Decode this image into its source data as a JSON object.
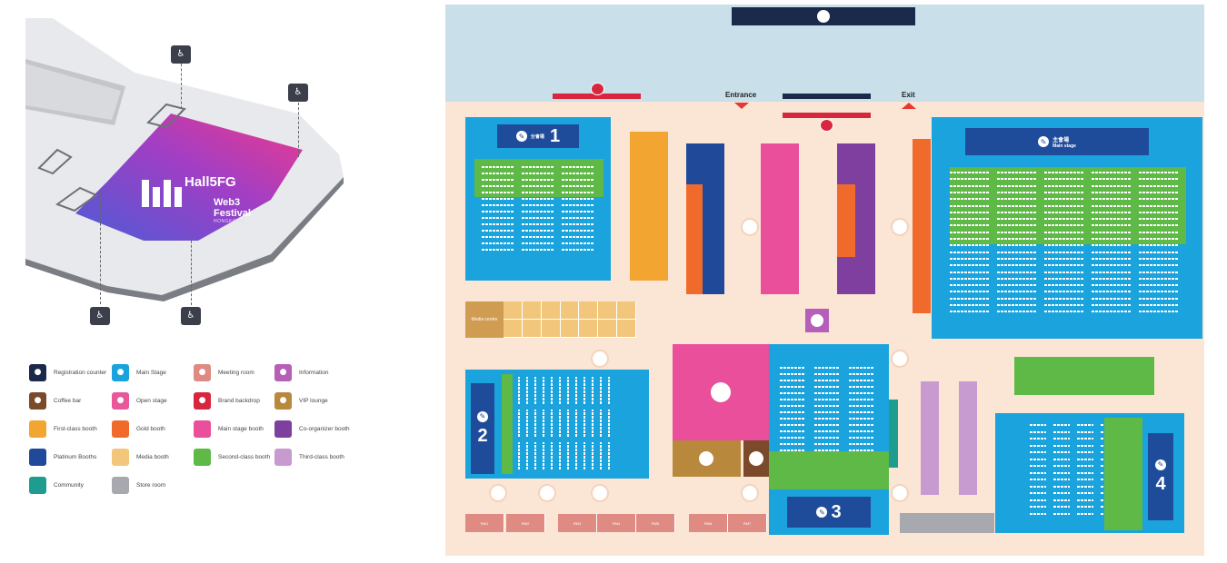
{
  "hall_map": {
    "hall_name": "Hall5FG",
    "event_name_line1": "Web3",
    "event_name_line2": "Festival",
    "event_location": "HONGKONG",
    "restroom_icon": "restroom-icon"
  },
  "legend": [
    {
      "label": "Registration counter",
      "color": "#1b2a4a",
      "icon": "registration-icon"
    },
    {
      "label": "Main Stage",
      "color": "#19a3dd",
      "icon": "main-stage-icon"
    },
    {
      "label": "Meeting room",
      "color": "#e08a84",
      "icon": "meeting-room-icon"
    },
    {
      "label": "Information",
      "color": "#b65fb8",
      "icon": "information-icon"
    },
    {
      "label": "Coffee bar",
      "color": "#7a4a2a",
      "icon": "coffee-icon"
    },
    {
      "label": "Open stage",
      "color": "#e8579a",
      "icon": "open-stage-icon"
    },
    {
      "label": "Brand backdrop",
      "color": "#d8263f",
      "icon": "camera-icon"
    },
    {
      "label": "VIP lounge",
      "color": "#b8893c",
      "icon": "vip-icon"
    },
    {
      "label": "First-class booth",
      "color": "#f2a531",
      "icon": ""
    },
    {
      "label": "Gold booth",
      "color": "#f06a2c",
      "icon": ""
    },
    {
      "label": "Main stage booth",
      "color": "#e94f9b",
      "icon": ""
    },
    {
      "label": "Co-organizer booth",
      "color": "#7e3f9e",
      "icon": ""
    },
    {
      "label": "Platinum Booths",
      "color": "#21499a",
      "icon": ""
    },
    {
      "label": "Media booth",
      "color": "#f2c77c",
      "icon": ""
    },
    {
      "label": "Second-class booth",
      "color": "#5fb946",
      "icon": ""
    },
    {
      "label": "Third-class booth",
      "color": "#c89bd0",
      "icon": ""
    },
    {
      "label": "Community",
      "color": "#1c9d8f",
      "icon": ""
    },
    {
      "label": "Store room",
      "color": "#a7a9ae",
      "icon": ""
    }
  ],
  "floorplan": {
    "entrance_label": "Entrance",
    "exit_label": "Exit",
    "main_stage_cn": "主會場",
    "main_stage_en": "Main stage",
    "branch1_cn": "分會場",
    "branch1_num": "1",
    "branch2_num": "2",
    "branch3_num": "3",
    "branch4_num": "4",
    "media_centre_label": "Media centre",
    "meeting_rooms": [
      "RM1",
      "RM2",
      "RM3",
      "RM4",
      "RM5",
      "RM6",
      "RM7"
    ]
  }
}
